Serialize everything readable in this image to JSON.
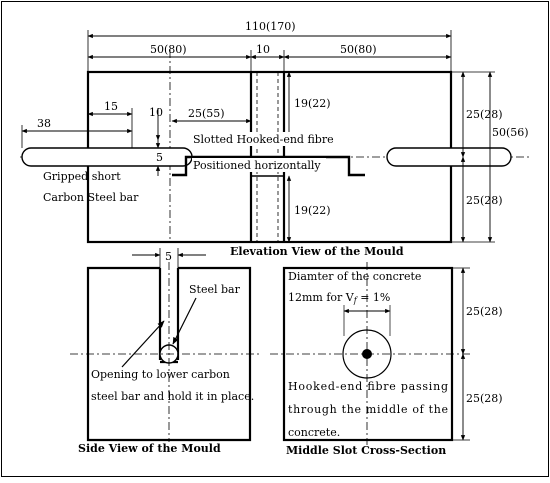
{
  "dimensions": {
    "total_width": "110(170)",
    "left_half": "50(80)",
    "slot_width": "10",
    "right_half": "50(80)",
    "bar_overhang": "38",
    "bar_inset": "15",
    "slot_drop": "10",
    "fibre_segment": "25(55)",
    "top_gap": "19(22)",
    "bottom_gap": "19(22)",
    "bar_diameter": "5",
    "top_height": "25(28)",
    "bottom_height": "25(28)",
    "overall_height": "50(56)",
    "side_slot_width": "5",
    "cross_top": "25(28)",
    "cross_bottom": "25(28)"
  },
  "labels": {
    "gripped_line1": "Gripped short",
    "gripped_line2": "Carbon Steel bar",
    "slotted_line1": "Slotted Hooked-end fibre",
    "slotted_line2": "Positioned horizontally",
    "steel_bar": "Steel bar",
    "opening_line1": "Opening to lower carbon",
    "opening_line2": "steel bar and hold it in place.",
    "diameter_line1": "Diamter of the concrete",
    "diameter_line2": "12mm for V",
    "diameter_sub": "f",
    "diameter_line2_end": " = 1%",
    "passing_line1": "Hooked-end fibre passing",
    "passing_line2": "through the middle of the",
    "passing_line3": "concrete."
  },
  "captions": {
    "elevation": "Elevation View of the Mould",
    "side": "Side View of the Mould",
    "middle": "Middle Slot Cross-Section"
  }
}
